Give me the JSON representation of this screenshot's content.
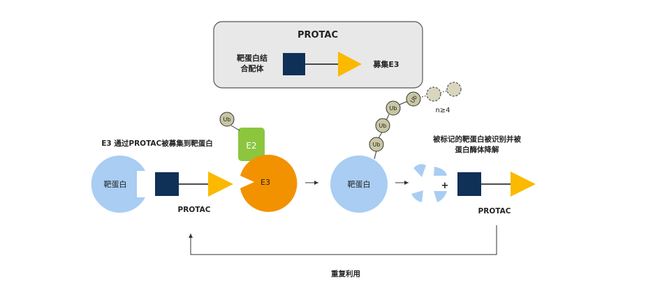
{
  "legend": {
    "title": "PROTAC",
    "left_label_line1": "靶蛋白结",
    "left_label_line2": "合配体",
    "right_label": "募集E3"
  },
  "step1": {
    "caption": "E3 通过PROTAC被募集到靶蛋白",
    "target_label": "靶蛋白",
    "protac_label": "PROTAC",
    "e2_label": "E2",
    "e3_label": "E3"
  },
  "step2": {
    "target_label": "靶蛋白",
    "ub_labels": [
      "Ub",
      "Ub",
      "Ub",
      "Ub"
    ],
    "ub_on_e2": "Ub",
    "n_label": "n≥4"
  },
  "step3": {
    "caption_line1": "被标记的靶蛋白被识别并被",
    "caption_line2": "蛋白酶体降解",
    "plus": "+",
    "protac_label": "PROTAC"
  },
  "recycle_label": "重复利用",
  "colors": {
    "protein": "#a9cdf3",
    "ligand_square": "#0f3057",
    "e3_ligand": "#fbb900",
    "e3": "#f39200",
    "e2": "#8cc63f",
    "ub": "#c9c6a3",
    "legend_bg": "#e8e8e8"
  }
}
